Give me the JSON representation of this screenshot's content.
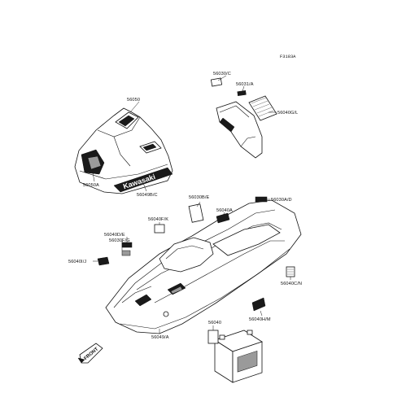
{
  "figure_id": "F3183A",
  "callouts": {
    "p56050": "56050",
    "p56050A": "56050A",
    "p56049B_C": "56049B/C",
    "p56030C": "56030/C",
    "p56031A": "56031/A",
    "p56040G_L": "56040G/L",
    "p56030B_E": "56030B/E",
    "p56040A": "56040A",
    "p56030A_D": "56030A/D",
    "p56040F_K": "56040F/K",
    "p56040D_E": "56040D/E",
    "p56030F_G": "56030F/G",
    "p56040I_J": "56040I/J",
    "p56040C_N": "56040C/N",
    "p56040H_M": "56040H/M",
    "p56040": "56040",
    "p56049A": "56049/A"
  },
  "brand_text": "Kawasaki",
  "direction_tag": "FRONT",
  "colors": {
    "ink": "#111111",
    "paper": "#ffffff",
    "decal_grey": "#9a9a9a"
  }
}
